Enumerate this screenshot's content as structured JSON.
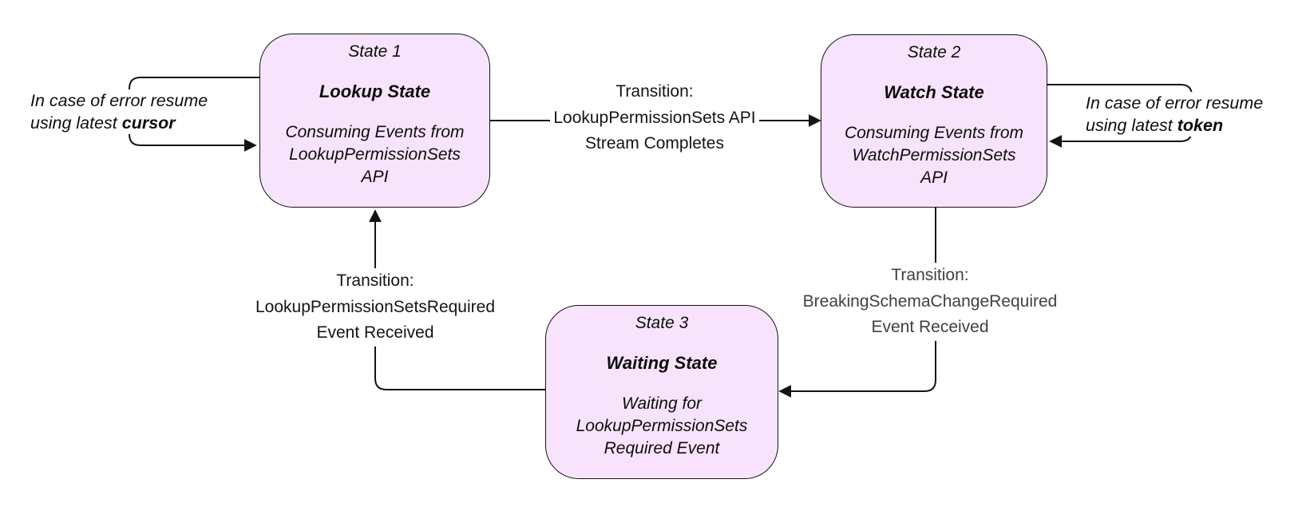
{
  "canvas": {
    "background": "#ffffff",
    "line_color": "#141414",
    "box_fill": "#f8e3fc",
    "box_border": "#141414",
    "muted_label_color": "#3f3f46"
  },
  "states": [
    {
      "title": "State 1",
      "name": "Lookup State",
      "desc_lines": [
        "Consuming Events from",
        "LookupPermissionSets",
        "API"
      ]
    },
    {
      "title": "State 2",
      "name": "Watch State",
      "desc_lines": [
        "Consuming Events from",
        "WatchPermissionSets",
        "API"
      ]
    },
    {
      "title": "State 3",
      "name": "Waiting State",
      "desc_lines": [
        "Waiting for",
        "LookupPermissionSets",
        "Required Event"
      ]
    }
  ],
  "transitions": [
    {
      "from": "State 1",
      "to": "State 2",
      "lines": [
        "Transition:",
        "LookupPermissionSets API",
        "Stream Completes"
      ],
      "color": "#141414"
    },
    {
      "from": "State 2",
      "to": "State 3",
      "lines": [
        "Transition:",
        "BreakingSchemaChangeRequired",
        "Event Received"
      ],
      "color": "#3f3f46"
    },
    {
      "from": "State 3",
      "to": "State 1",
      "lines": [
        "Transition:",
        "LookupPermissionSetsRequired",
        "Event Received"
      ],
      "color": "#141414"
    }
  ],
  "self_loops": [
    {
      "state": "State 1",
      "line1": "In case of error resume",
      "line2_prefix": "using latest",
      "keyword": "cursor"
    },
    {
      "state": "State 2",
      "line1": "In case of error resume",
      "line2_prefix": "using latest",
      "keyword": "token"
    }
  ]
}
